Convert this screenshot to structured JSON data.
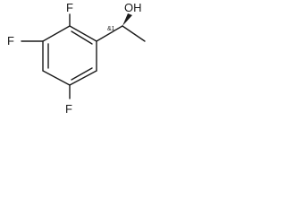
{
  "molecule": {
    "atoms": {
      "f_top": "F",
      "f_left": "F",
      "f_bottom": "F",
      "oh": "OH"
    },
    "stereo_annotation": "&1",
    "colors": {
      "bond": "#1a1a1a",
      "label": "#1a1a1a"
    }
  }
}
